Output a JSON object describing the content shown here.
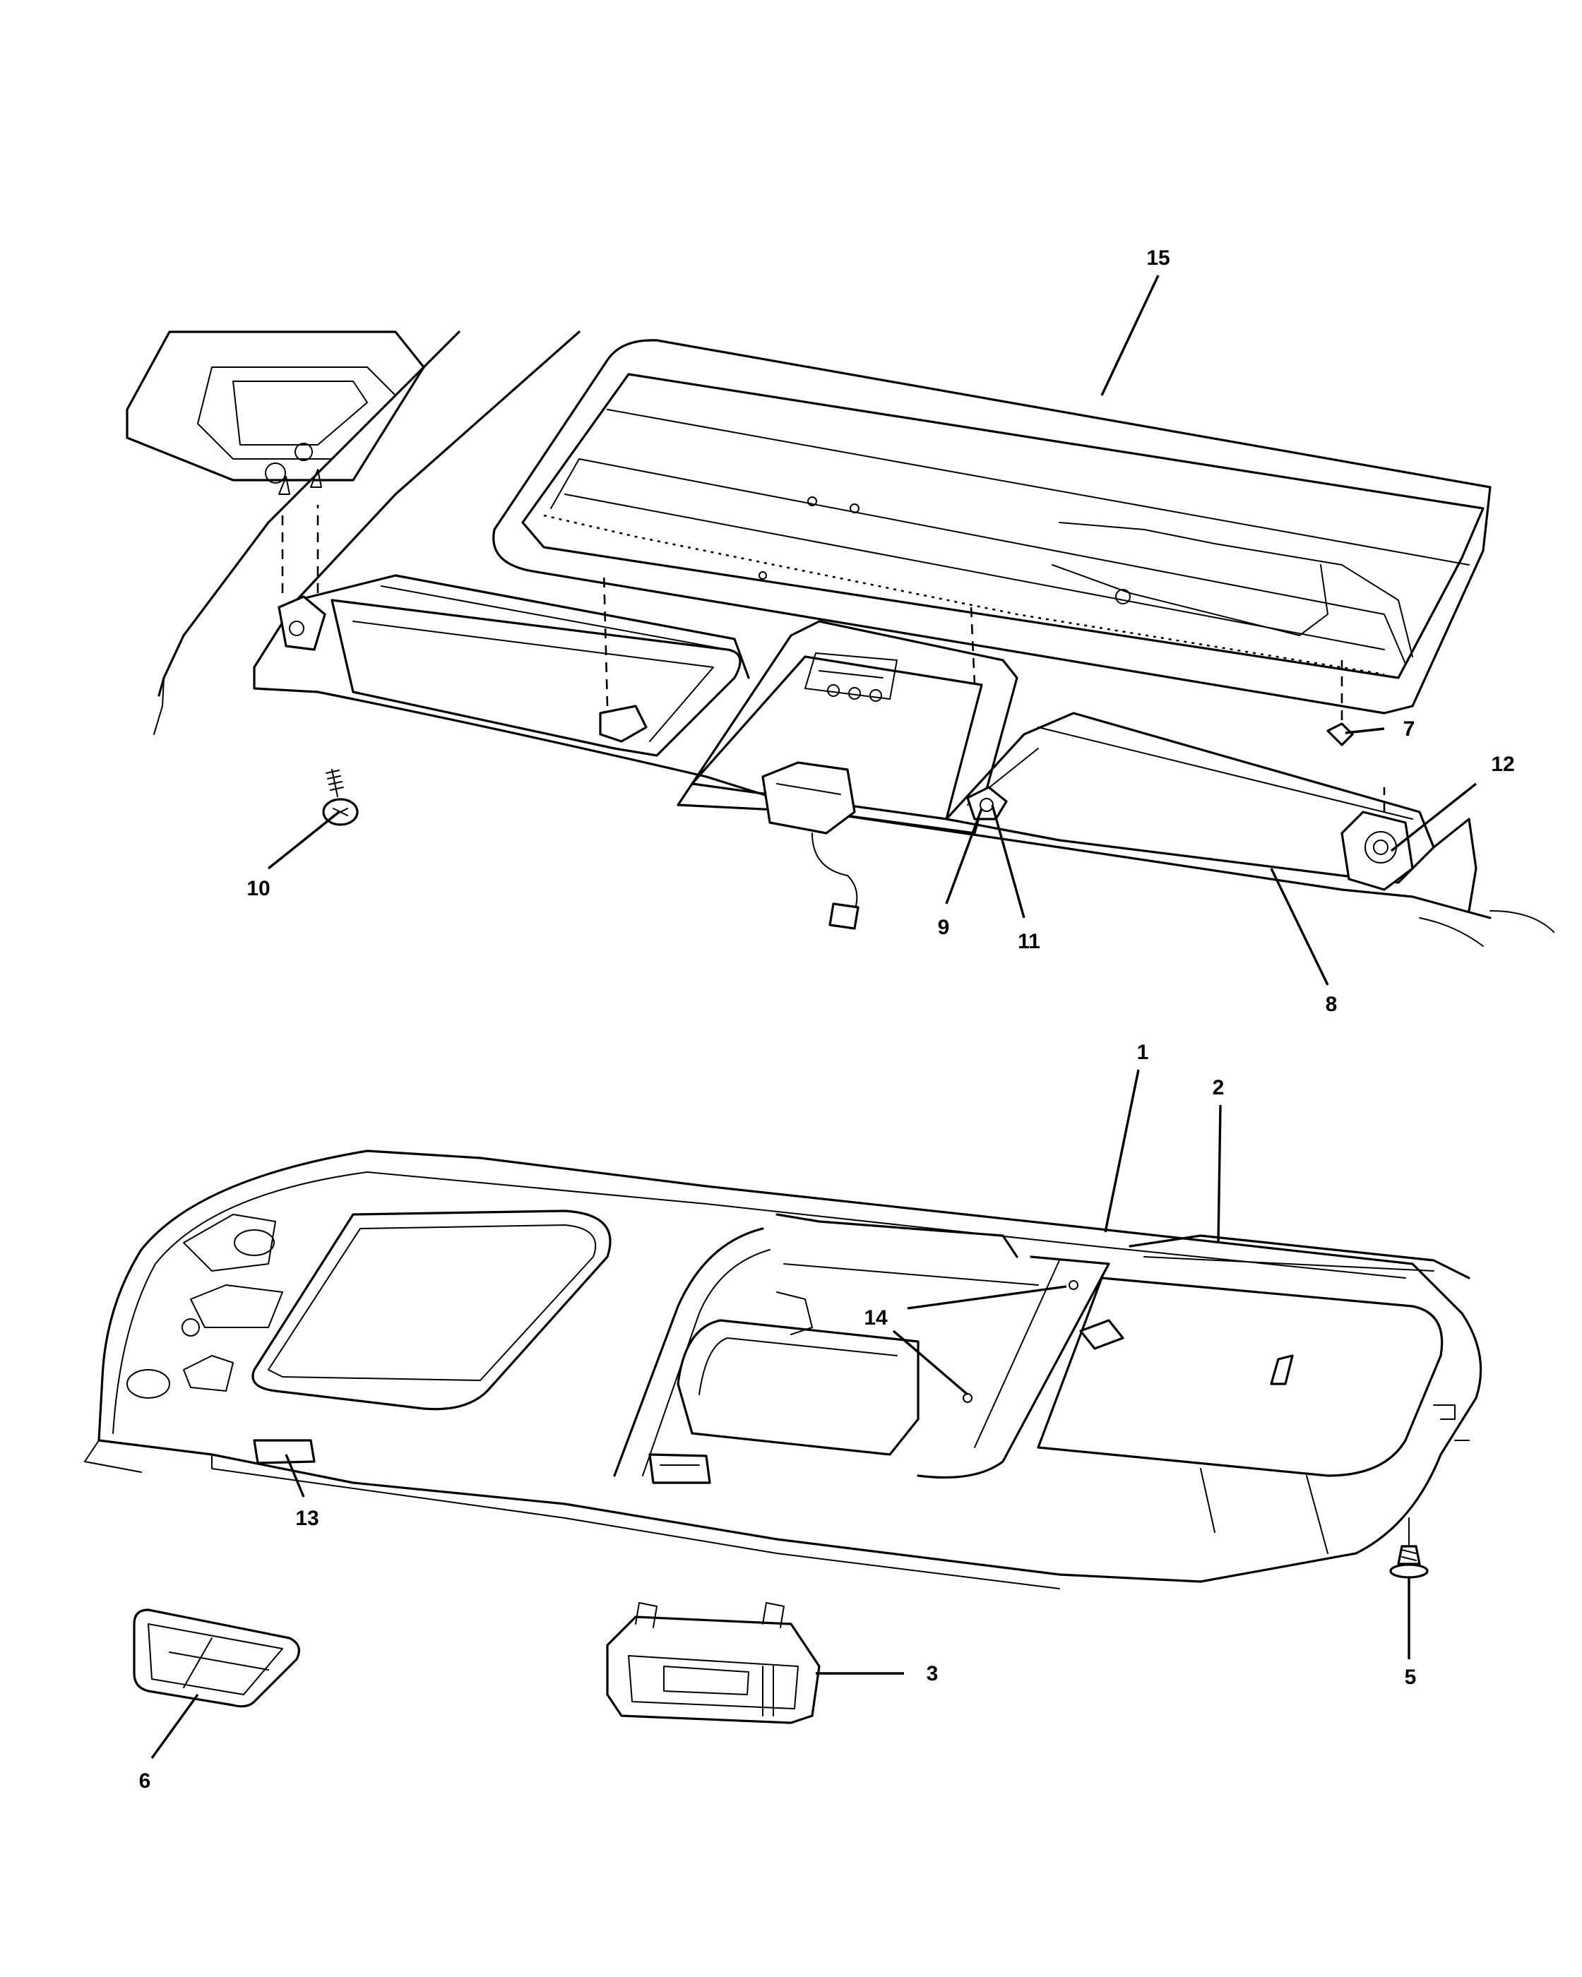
{
  "callouts": [
    {
      "id": "1",
      "label": "1"
    },
    {
      "id": "2",
      "label": "2"
    },
    {
      "id": "3",
      "label": "3"
    },
    {
      "id": "5",
      "label": "5"
    },
    {
      "id": "6",
      "label": "6"
    },
    {
      "id": "7",
      "label": "7"
    },
    {
      "id": "8",
      "label": "8"
    },
    {
      "id": "9",
      "label": "9"
    },
    {
      "id": "10",
      "label": "10"
    },
    {
      "id": "11",
      "label": "11"
    },
    {
      "id": "12",
      "label": "12"
    },
    {
      "id": "13",
      "label": "13"
    },
    {
      "id": "14",
      "label": "14"
    },
    {
      "id": "15",
      "label": "15"
    }
  ]
}
